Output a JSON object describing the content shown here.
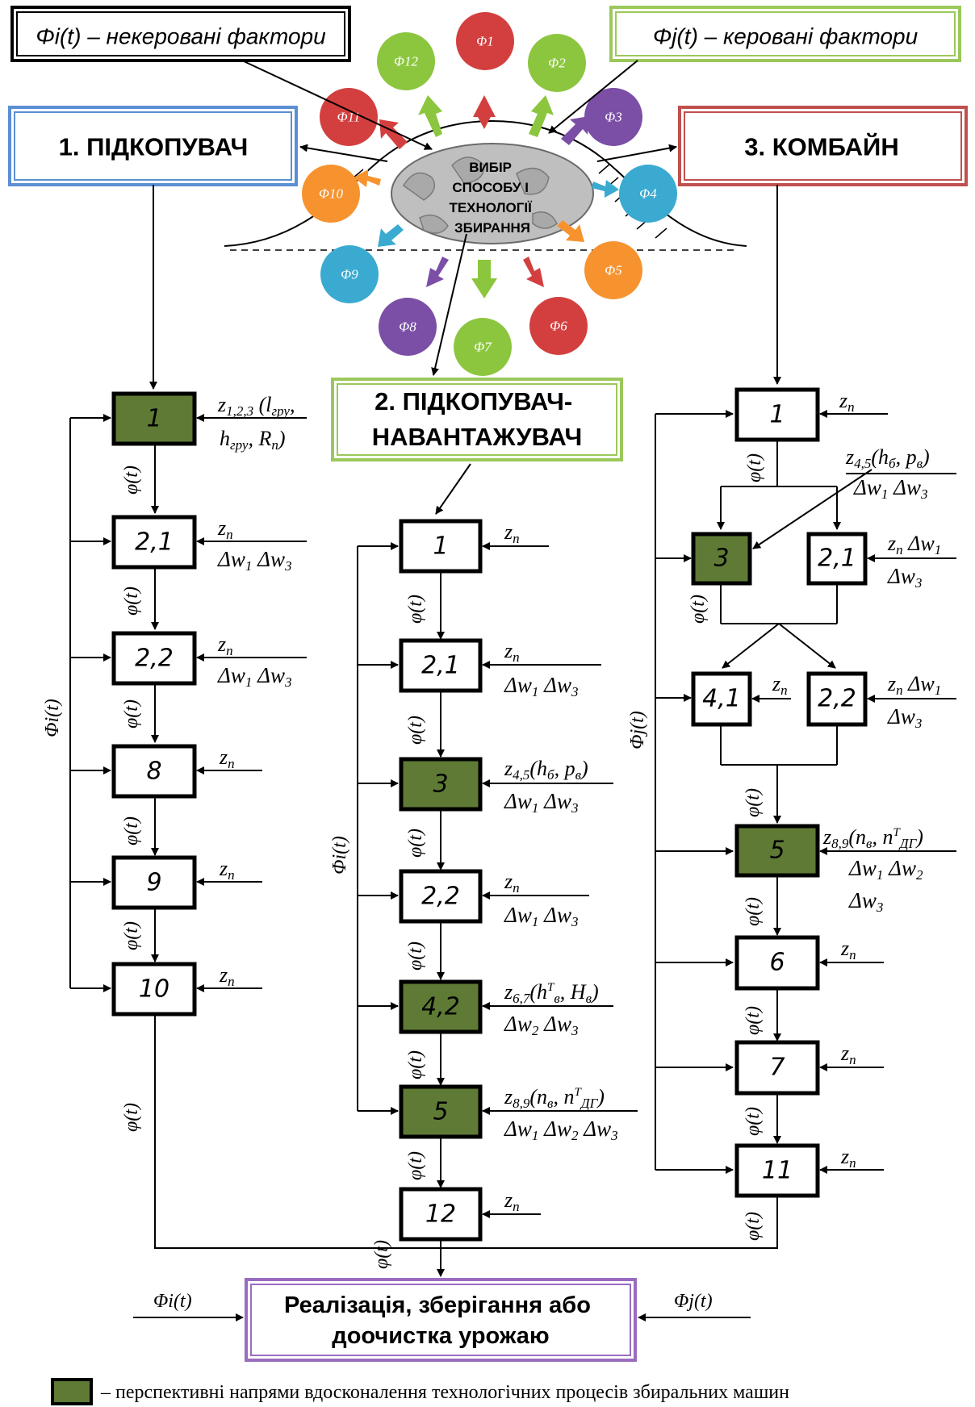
{
  "colors": {
    "green_box": "#5e7a34",
    "red": "#d33f3f",
    "green": "#8cc63f",
    "purple": "#7b4fa5",
    "cyan": "#3aaad0",
    "orange": "#f7932f",
    "blue_frame": "#5b8fd4",
    "red_frame": "#c0504d",
    "green_frame": "#9bc85a",
    "violet_frame": "#9a6cc0"
  },
  "header": {
    "uncontrolled": "Φi(t) – некеровані фактори",
    "controlled": "Φj(t) – керовані фактори"
  },
  "center": {
    "lines": [
      "ВИБІР",
      "СПОСОБУ І",
      "ТЕХНОЛОГІЇ",
      "ЗБИРАННЯ"
    ]
  },
  "factors": [
    {
      "label": "Φ1",
      "color": "red"
    },
    {
      "label": "Φ2",
      "color": "green"
    },
    {
      "label": "Φ3",
      "color": "purple"
    },
    {
      "label": "Φ4",
      "color": "cyan"
    },
    {
      "label": "Φ5",
      "color": "orange"
    },
    {
      "label": "Φ6",
      "color": "red"
    },
    {
      "label": "Φ7",
      "color": "green"
    },
    {
      "label": "Φ8",
      "color": "purple"
    },
    {
      "label": "Φ9",
      "color": "cyan"
    },
    {
      "label": "Φ10",
      "color": "orange"
    },
    {
      "label": "Φ11",
      "color": "red"
    },
    {
      "label": "Φ12",
      "color": "green"
    }
  ],
  "machines": {
    "m1": {
      "title": "1. ПІДКОПУВАЧ"
    },
    "m2": {
      "title_line1": "2. ПІДКОПУВАЧ-",
      "title_line2": "НАВАНТАЖУВАЧ"
    },
    "m3": {
      "title": "3. КОМБАЙН"
    }
  },
  "col1": {
    "blocks": [
      "1",
      "2,1",
      "2,2",
      "8",
      "9",
      "10"
    ],
    "inputs": [
      "z1,2,3 (lгру, hгру, Rп)",
      "zп Δw1 Δw3",
      "zп Δw1 Δw3",
      "zп",
      "zп",
      "zп"
    ]
  },
  "col2": {
    "blocks": [
      "1",
      "2,1",
      "3",
      "2,2",
      "4,2",
      "5",
      "12"
    ],
    "inputs": [
      "zп",
      "zп Δw1 Δw3",
      "z4,5(hб, pв) Δw1 Δw3",
      "zп Δw1 Δw3",
      "z6,7(hTв, Hв) Δw2 Δw3",
      "z8,9(nв, nTДГ) Δw1 Δw2 Δw3",
      "zп"
    ]
  },
  "col3": {
    "blocks": [
      "1",
      "3",
      "2,1",
      "4,1",
      "2,2",
      "5",
      "6",
      "7",
      "11"
    ],
    "inputs": [
      "zп",
      "z4,5(hб, pв) Δw1 Δw3",
      "zп Δw1 Δw3",
      "zп",
      "zп Δw1 Δw3",
      "z8,9(nв, nTДГ) Δw1 Δw2 Δw3",
      "zп",
      "zп",
      "zп"
    ]
  },
  "signals": {
    "phi_t": "φ(t)",
    "Phi_i": "Φi(t)",
    "Phi_j": "Φj(t)"
  },
  "final": {
    "line1": "Реалізація, зберігання або",
    "line2": "доочистка урожаю",
    "left_input": "Φi(t)",
    "right_input": "Φj(t)"
  },
  "legend": {
    "text": "– перспективні напрями вдосконалення технологічних процесів збиральних машин"
  }
}
